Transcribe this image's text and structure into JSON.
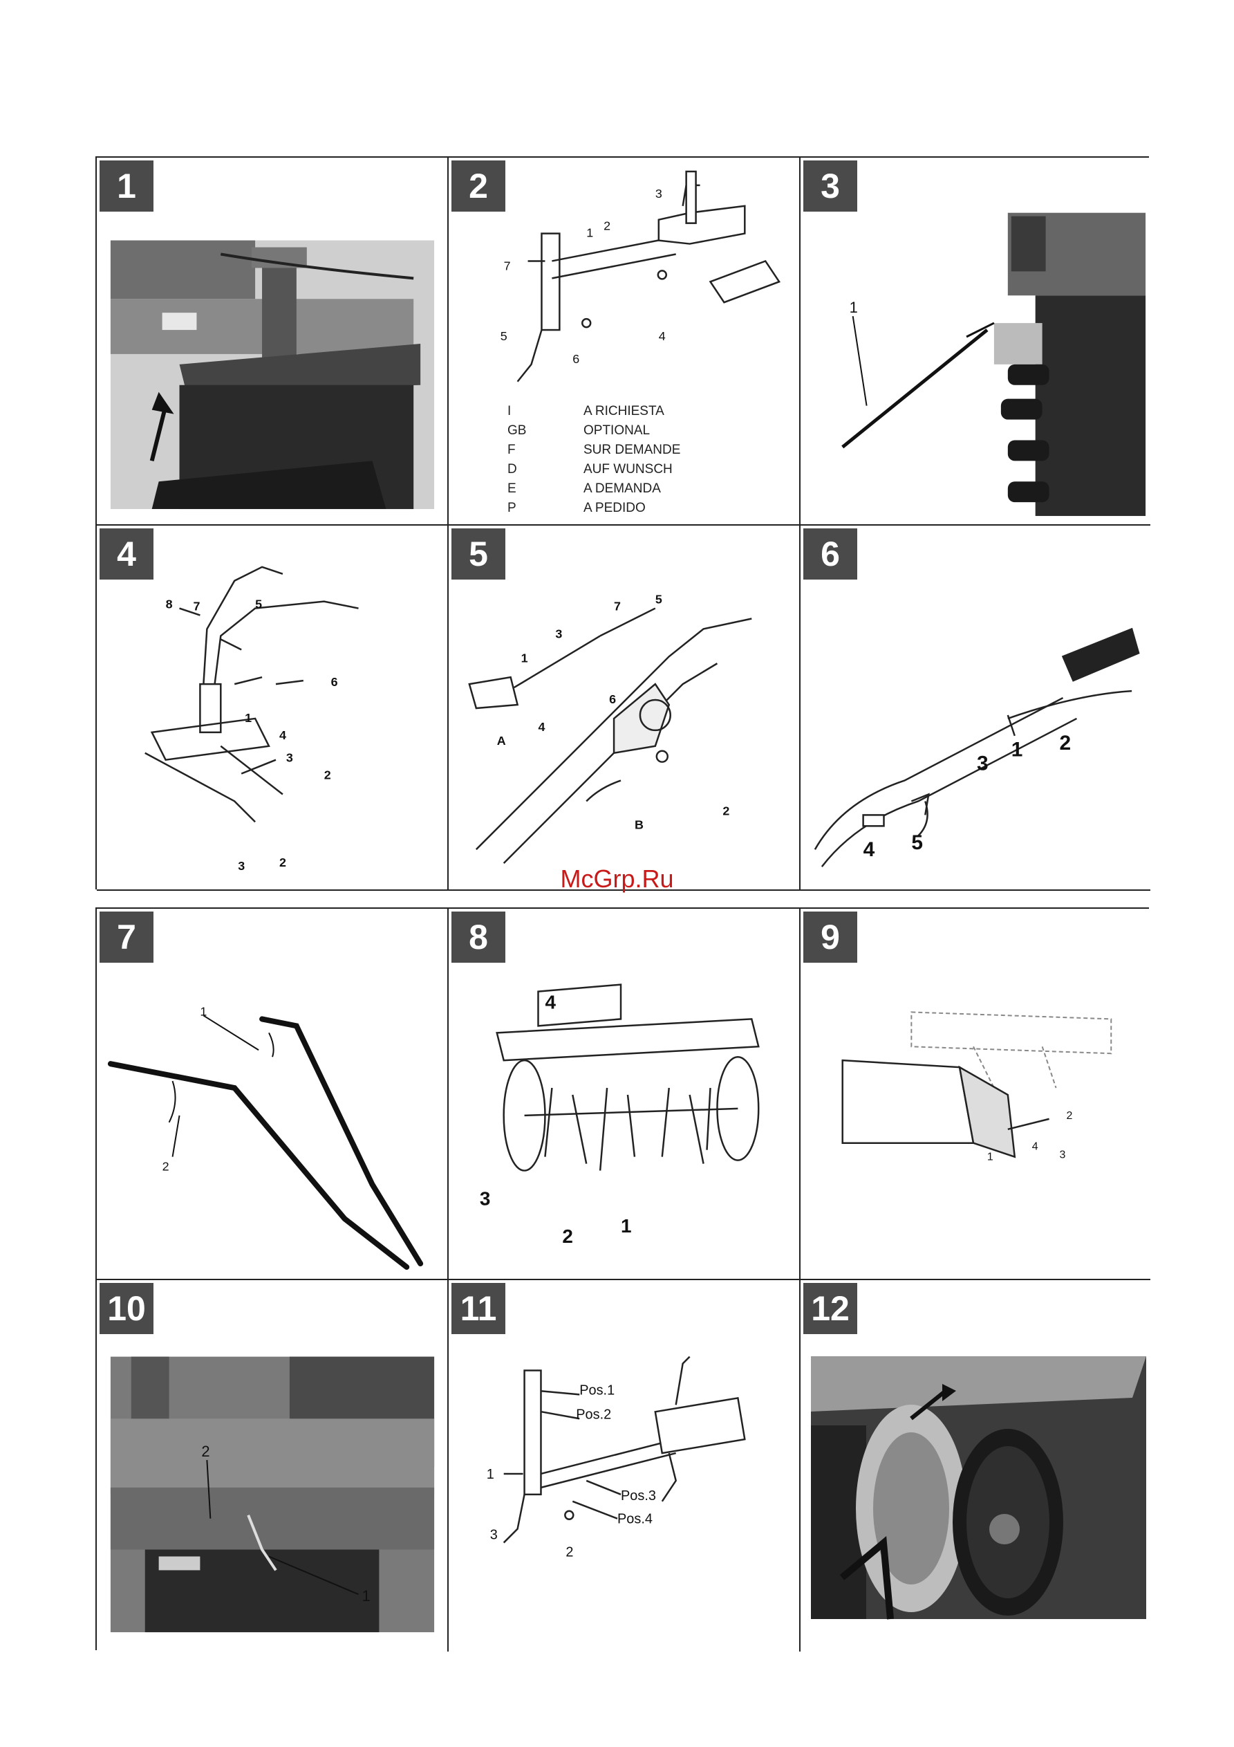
{
  "watermark": "McGrp.Ru",
  "panels": [
    {
      "number": "1"
    },
    {
      "number": "2",
      "labels": [
        "3",
        "1",
        "2",
        "7",
        "5",
        "6",
        "4"
      ],
      "options": [
        {
          "code": "I",
          "text": "A RICHIESTA"
        },
        {
          "code": "GB",
          "text": "OPTIONAL"
        },
        {
          "code": "F",
          "text": "SUR DEMANDE"
        },
        {
          "code": "D",
          "text": "AUF WUNSCH"
        },
        {
          "code": "E",
          "text": "A DEMANDA"
        },
        {
          "code": "P",
          "text": "A PEDIDO"
        }
      ]
    },
    {
      "number": "3",
      "labels": [
        "1"
      ]
    },
    {
      "number": "4",
      "labels": [
        "8",
        "7",
        "5",
        "6",
        "1",
        "4",
        "3",
        "2",
        "3",
        "2"
      ]
    },
    {
      "number": "5",
      "labels": [
        "1",
        "3",
        "7",
        "5",
        "6",
        "A",
        "4",
        "B",
        "2"
      ]
    },
    {
      "number": "6",
      "labels": [
        "2",
        "1",
        "3",
        "4",
        "5"
      ]
    },
    {
      "number": "7",
      "labels": [
        "1",
        "2"
      ]
    },
    {
      "number": "8",
      "labels": [
        "4",
        "3",
        "2",
        "1"
      ]
    },
    {
      "number": "9",
      "labels": [
        "2",
        "4",
        "3",
        "1"
      ]
    },
    {
      "number": "10",
      "labels": [
        "2",
        "1"
      ]
    },
    {
      "number": "11",
      "labels": [
        "Pos.1",
        "Pos.2",
        "1",
        "Pos.3",
        "Pos.4",
        "3",
        "2"
      ]
    },
    {
      "number": "12"
    }
  ]
}
